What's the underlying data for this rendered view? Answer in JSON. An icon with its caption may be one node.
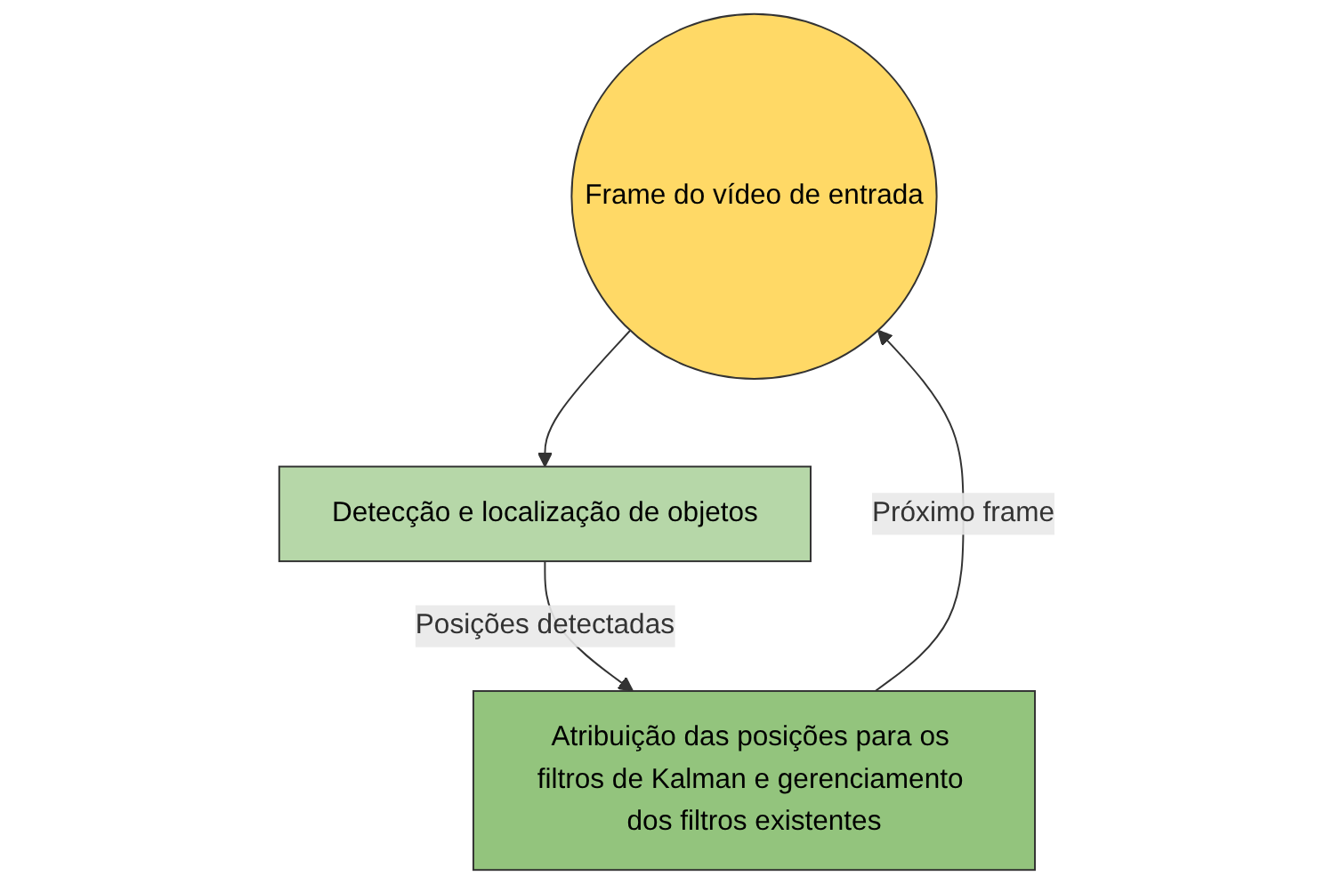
{
  "diagram": {
    "nodes": [
      {
        "text": [
          "Frame do vídeo de entrada"
        ]
      },
      {
        "text": [
          "Detecção e localização de objetos"
        ]
      },
      {
        "text": [
          "Atribuição das posições para os filtros de Kalman e gerenciamento dos filtros existentes"
        ]
      }
    ],
    "edges": [
      {
        "from": 0,
        "to": 1,
        "arrow": "to"
      },
      {
        "from": 1,
        "to": 2,
        "arrow": "to",
        "label": "Posições detectadas"
      },
      {
        "from": 2,
        "to": 0,
        "arrow": "to",
        "label": "Próximo frame"
      }
    ]
  }
}
